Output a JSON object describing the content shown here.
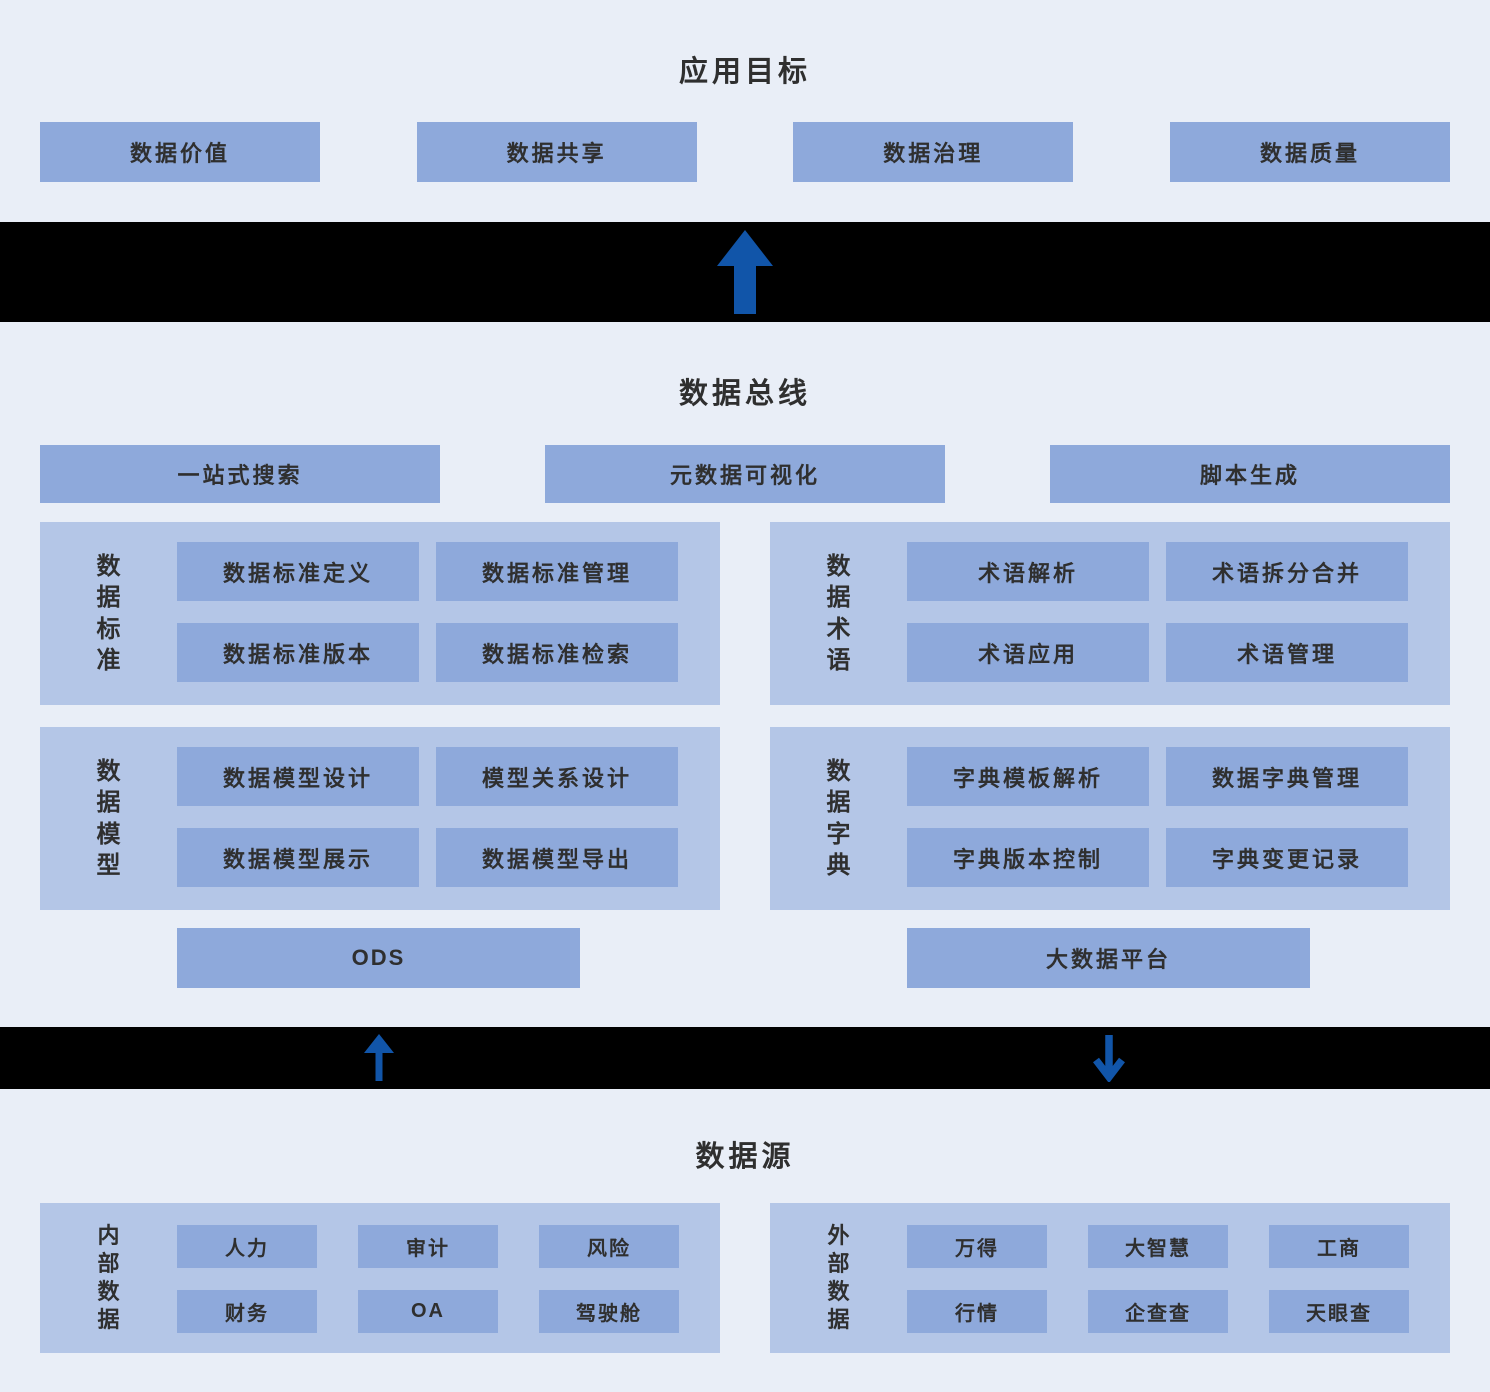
{
  "colors": {
    "background": "#E9EEF7",
    "group_panel": "#B4C6E7",
    "box": "#8EA9DB",
    "bar": "#000000",
    "arrow": "#1155A9",
    "text": "#2F2F2F"
  },
  "app_goals": {
    "title": "应用目标",
    "items": [
      "数据价值",
      "数据共享",
      "数据治理",
      "数据质量"
    ]
  },
  "bar_top": {
    "icon": "up-arrow"
  },
  "data_bus": {
    "title": "数据总线",
    "top_items": [
      "一站式搜索",
      "元数据可视化",
      "脚本生成"
    ],
    "groups": [
      {
        "name": "数据标准",
        "items": [
          "数据标准定义",
          "数据标准管理",
          "数据标准版本",
          "数据标准检索"
        ]
      },
      {
        "name": "数据术语",
        "items": [
          "术语解析",
          "术语拆分合并",
          "术语应用",
          "术语管理"
        ]
      },
      {
        "name": "数据模型",
        "items": [
          "数据模型设计",
          "模型关系设计",
          "数据模型展示",
          "数据模型导出"
        ]
      },
      {
        "name": "数据字典",
        "items": [
          "字典模板解析",
          "数据字典管理",
          "字典版本控制",
          "字典变更记录"
        ]
      }
    ],
    "platforms": [
      "ODS",
      "大数据平台"
    ]
  },
  "bar_bottom": {
    "left_icon": "up-arrow",
    "right_icon": "down-arrow"
  },
  "data_source": {
    "title": "数据源",
    "groups": [
      {
        "name": "内部数据",
        "items": [
          "人力",
          "审计",
          "风险",
          "财务",
          "OA",
          "驾驶舱"
        ]
      },
      {
        "name": "外部数据",
        "items": [
          "万得",
          "大智慧",
          "工商",
          "行情",
          "企查查",
          "天眼查"
        ]
      }
    ]
  }
}
